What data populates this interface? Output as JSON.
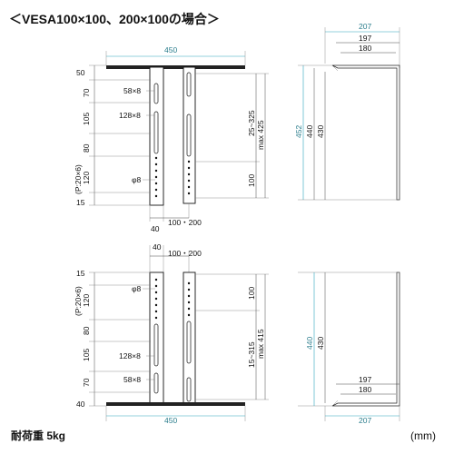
{
  "title": "＜VESA100×100、200×100の場合＞",
  "top_front": {
    "width": "450",
    "left_dims": [
      "50",
      "70",
      "105",
      "80",
      "120",
      "(P:20×6)",
      "15"
    ],
    "slot_labels": [
      "58×8",
      "128×8",
      "φ8"
    ],
    "right_dims": [
      "25~325",
      "max 425",
      "100"
    ],
    "bottom_dims": [
      "40",
      "100・200"
    ]
  },
  "top_side": {
    "widths": [
      "207",
      "197",
      "180"
    ],
    "heights": [
      "452",
      "440",
      "430"
    ]
  },
  "bottom_front": {
    "top_dims": [
      "40",
      "100・200"
    ],
    "left_dims": [
      "15",
      "120",
      "(P:20×6)",
      "80",
      "105",
      "70",
      "40"
    ],
    "slot_labels": [
      "φ8",
      "128×8",
      "58×8"
    ],
    "right_dims": [
      "100",
      "15~315",
      "max 415"
    ],
    "width": "450"
  },
  "bottom_side": {
    "heights": [
      "440",
      "430"
    ],
    "widths": [
      "197",
      "180",
      "207"
    ]
  },
  "footer": {
    "load": "耐荷重 5kg",
    "unit": "(mm)"
  }
}
